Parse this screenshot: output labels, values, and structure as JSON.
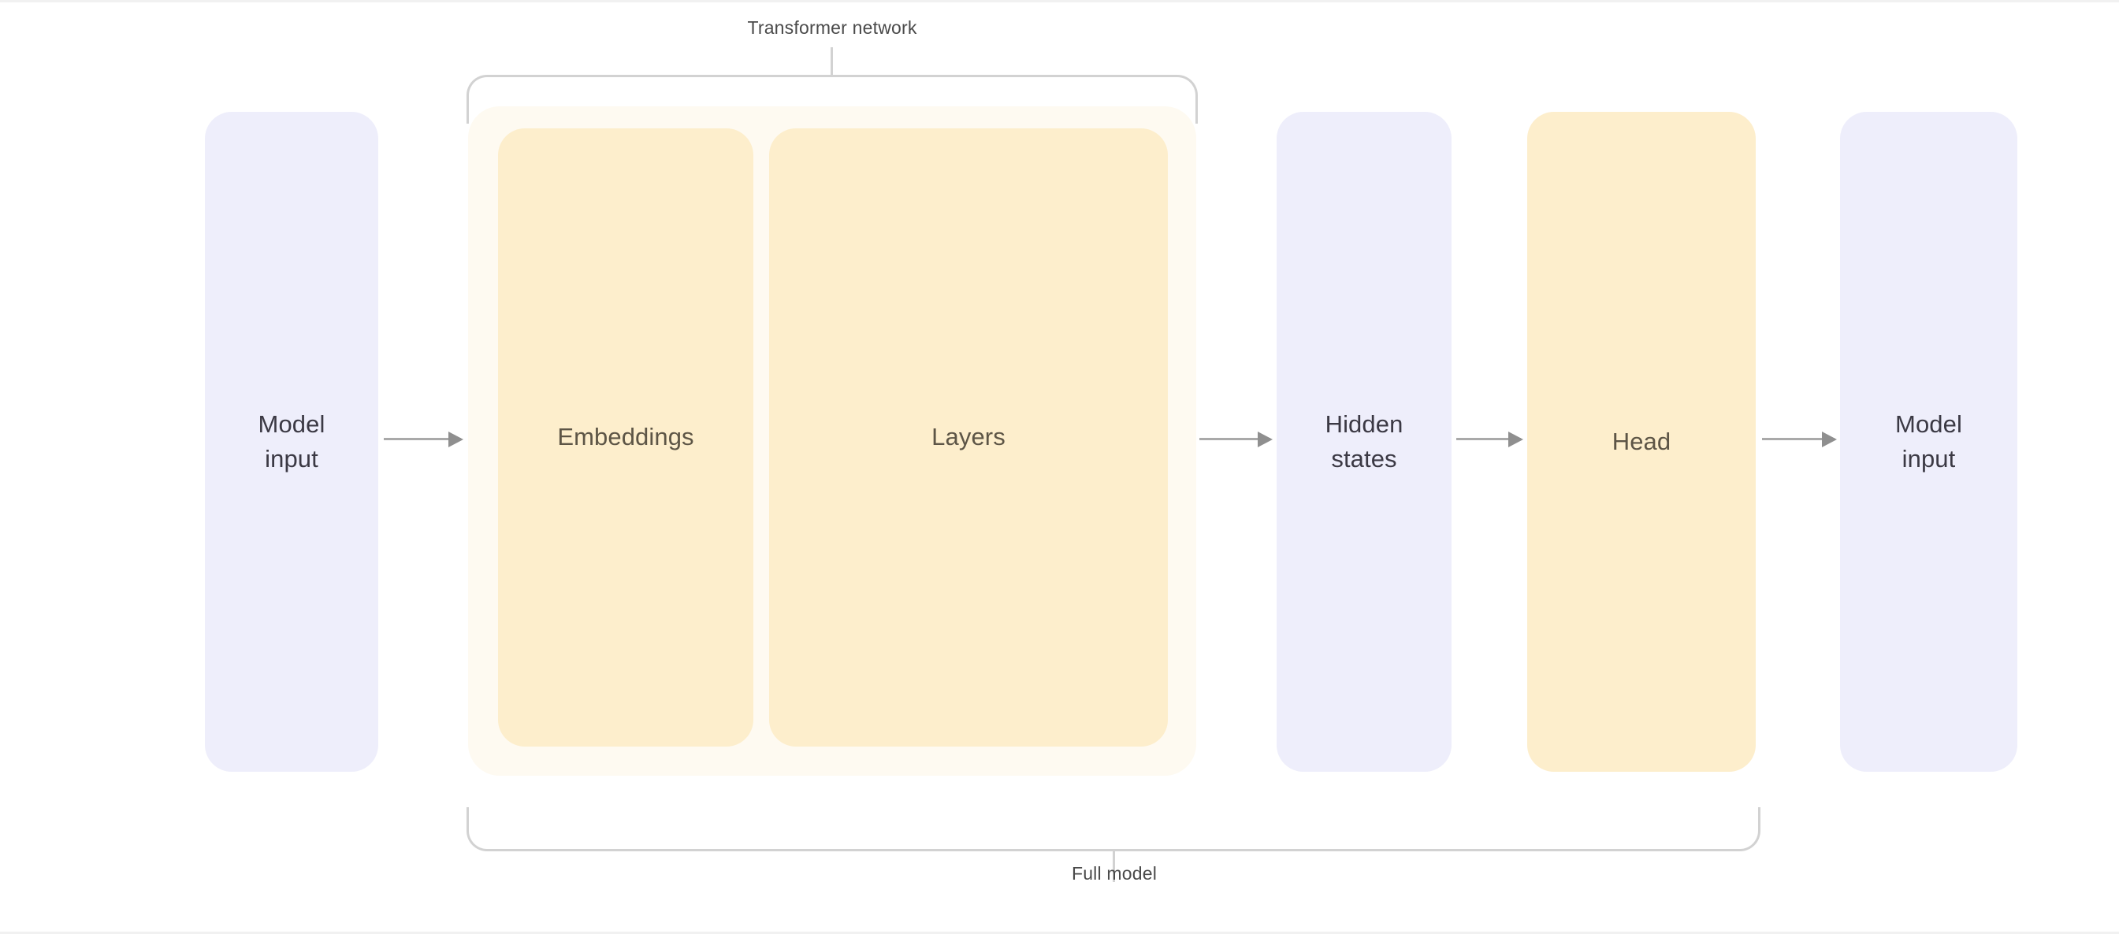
{
  "diagram": {
    "title": "Transformer network / full model block diagram",
    "background_color": "#ffffff",
    "palette": {
      "lilac_block": "#eeeefb",
      "amber_block": "#fdeecc",
      "amber_shell": "#fefaf1",
      "arrow": "#a9a9a9",
      "bracket": "#d2d2d2",
      "label_text": "#3b3944",
      "caption_text": "#4a4a4a"
    },
    "blocks": [
      {
        "id": "model-input-left",
        "label": "Model\ninput",
        "kind": "lilac"
      },
      {
        "id": "embeddings",
        "label": "Embeddings",
        "kind": "amber"
      },
      {
        "id": "layers",
        "label": "Layers",
        "kind": "amber"
      },
      {
        "id": "hidden-states",
        "label": "Hidden\nstates",
        "kind": "lilac"
      },
      {
        "id": "head",
        "label": "Head",
        "kind": "amber"
      },
      {
        "id": "model-input-right",
        "label": "Model\ninput",
        "kind": "lilac"
      }
    ],
    "brackets": [
      {
        "id": "transformer-network",
        "caption": "Transformer network",
        "position": "top",
        "spans": [
          "embeddings",
          "layers"
        ]
      },
      {
        "id": "full-model",
        "caption": "Full model",
        "position": "bottom",
        "spans": [
          "embeddings",
          "layers",
          "hidden-states",
          "head"
        ]
      }
    ],
    "arrows": [
      {
        "id": "arrow-input-to-transformer",
        "from": "model-input-left",
        "to": "embeddings"
      },
      {
        "id": "arrow-layers-to-hidden",
        "from": "layers",
        "to": "hidden-states"
      },
      {
        "id": "arrow-hidden-to-head",
        "from": "hidden-states",
        "to": "head"
      },
      {
        "id": "arrow-head-to-output",
        "from": "head",
        "to": "model-input-right"
      }
    ]
  }
}
